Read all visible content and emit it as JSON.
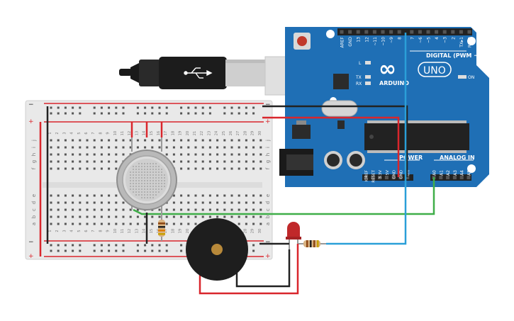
{
  "colors": {
    "board_blue": "#1f6fb5",
    "board_dark": "#16568f",
    "breadboard": "#e9e9e9",
    "breadboard_edge": "#d0d0d0",
    "rail_red": "#d9262c",
    "rail_black": "#222222",
    "wire_red": "#d9262c",
    "wire_black": "#222222",
    "wire_green": "#3fae49",
    "wire_blue": "#2a9fd8",
    "led_red": "#c0282a",
    "buzzer": "#1e1e1e",
    "sensor_silver": "#c9c9c9"
  },
  "arduino": {
    "logo_text": "ARDUINO",
    "model": "UNO",
    "infinity_glyph": "∞",
    "digital_header": "DIGITAL (PWM ~)",
    "power_header": "POWER",
    "analog_header": "ANALOG IN",
    "on_label": "ON",
    "led_l": "L",
    "led_tx": "TX",
    "led_rx": "RX",
    "digital_pins": [
      "AREF",
      "GND",
      "13",
      "12",
      "~11",
      "~10",
      "~9",
      "8",
      "7",
      "~6",
      "~5",
      "4",
      "~3",
      "2",
      "TX▸1",
      "RX◂0"
    ],
    "power_pins": [
      "IOREF",
      "RESET",
      "3.3V",
      "5V",
      "GND",
      "GND",
      "Vin"
    ],
    "analog_pins": [
      "A0",
      "A1",
      "A2",
      "A3",
      "A4",
      "A5"
    ]
  },
  "breadboard": {
    "row_letters_top": [
      "j",
      "i",
      "h",
      "g",
      "f"
    ],
    "row_letters_bottom": [
      "e",
      "d",
      "c",
      "b",
      "a"
    ],
    "column_numbers": [
      "1",
      "2",
      "3",
      "4",
      "5",
      "6",
      "7",
      "8",
      "9",
      "10",
      "11",
      "12",
      "13",
      "14",
      "15",
      "16",
      "17",
      "18",
      "19",
      "20",
      "21",
      "22",
      "23",
      "24",
      "25",
      "26",
      "27",
      "28",
      "29",
      "30"
    ],
    "plus": "+",
    "minus": "−"
  }
}
